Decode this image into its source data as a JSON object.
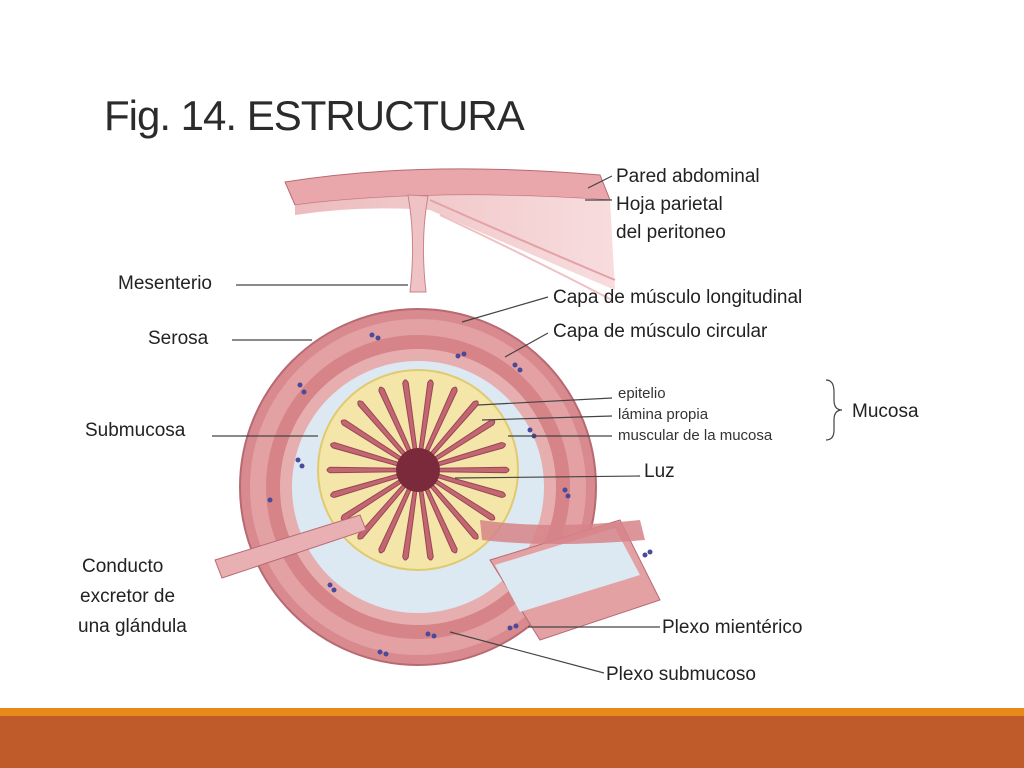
{
  "slide": {
    "title": "Fig. 14. ESTRUCTURA"
  },
  "diagram": {
    "labels": {
      "pared_abdominal": "Pared abdominal",
      "hoja_parietal_1": "Hoja parietal",
      "hoja_parietal_2": "del peritoneo",
      "mesenterio": "Mesenterio",
      "capa_longitudinal": "Capa de músculo longitudinal",
      "capa_circular": "Capa de músculo circular",
      "serosa": "Serosa",
      "epitelio": "epitelio",
      "lamina_propia": "lámina propia",
      "muscular_mucosa": "muscular de la mucosa",
      "mucosa": "Mucosa",
      "submucosa": "Submucosa",
      "luz": "Luz",
      "conducto_1": "Conducto",
      "conducto_2": "excretor de",
      "conducto_3": "una glándula",
      "plexo_mienterico": "Plexo mientérico",
      "plexo_submucoso": "Plexo submucoso"
    }
  },
  "colors": {
    "footer_thin": "#e88a1a",
    "footer_band": "#bf5a2a",
    "muscle": "#d98a8e",
    "submucosa": "#dce8f2",
    "mucosa": "#c26672",
    "lamina": "#f3e6a8"
  }
}
